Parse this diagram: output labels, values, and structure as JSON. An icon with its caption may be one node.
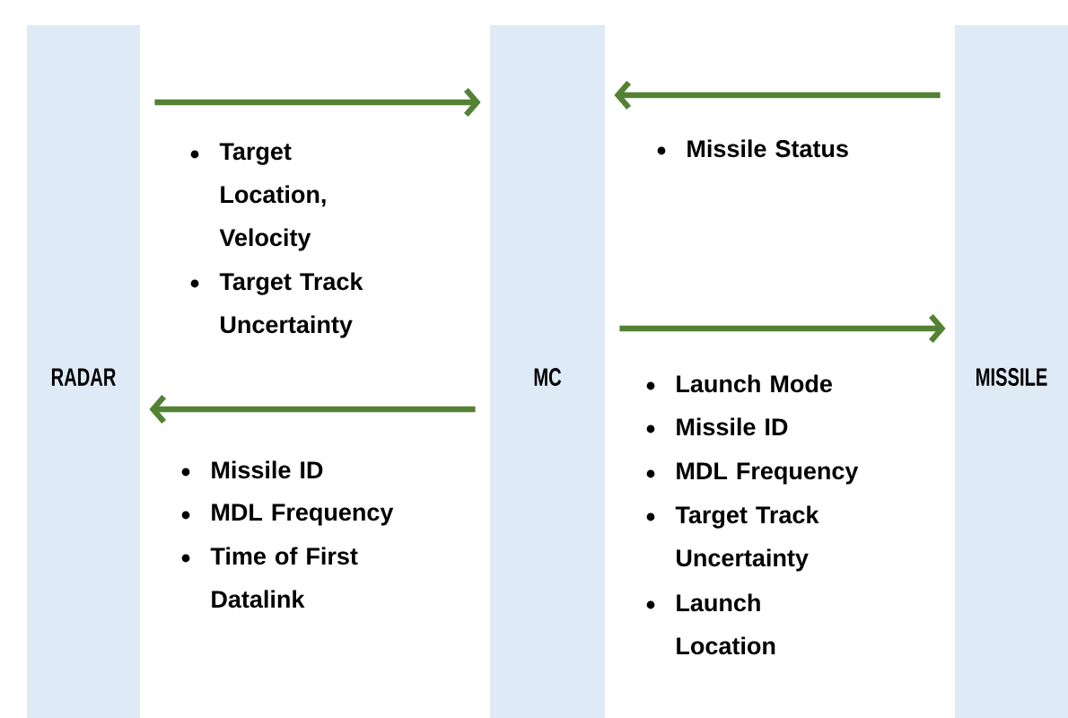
{
  "diagram": {
    "nodes": [
      {
        "text": [
          "RADAR"
        ]
      },
      {
        "text": [
          "MC"
        ]
      },
      {
        "text": [
          "MISSILE"
        ]
      }
    ],
    "edges": [
      {
        "from": 0,
        "to": 1,
        "arrow": "to"
      },
      {
        "from": 1,
        "to": 0,
        "arrow": "to"
      },
      {
        "from": 2,
        "to": 1,
        "arrow": "to"
      },
      {
        "from": 1,
        "to": 2,
        "arrow": "to"
      }
    ],
    "labels": [
      "Target Location, Velocity",
      "Target Track Uncertainty",
      "Missile Status",
      "Missile ID",
      "MDL Frequency",
      "Time of First Datalink",
      "Launch Mode",
      "Missile ID",
      "MDL Frequency",
      "Target Track Uncertainty",
      "Launch Location"
    ]
  }
}
